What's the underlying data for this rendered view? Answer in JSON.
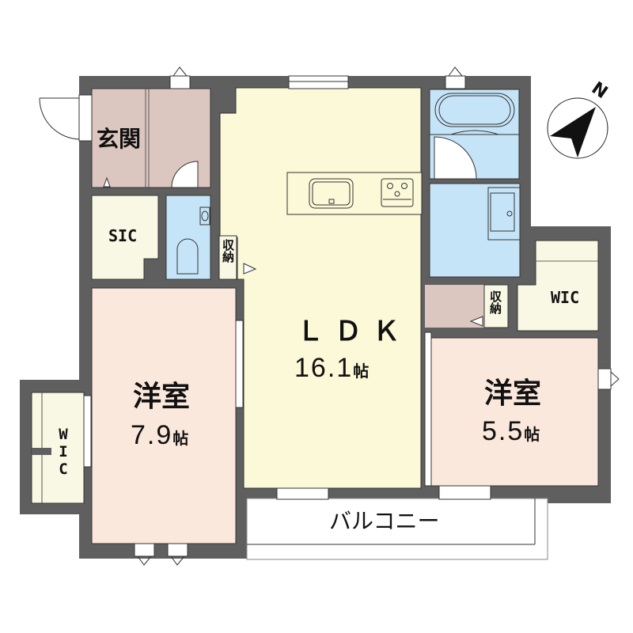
{
  "floor_plan": {
    "type": "apartment floor plan",
    "layout": "2LDK",
    "colors": {
      "wall": "#5f5f5f",
      "ldk_floor": "#fbf9d8",
      "bedroom_floor": "#fbe8dc",
      "entrance_floor": "#dcc6c0",
      "storage_floor": "#f9f8e4",
      "wet_area_floor": "#c6e4f8",
      "balcony": "#ffffff",
      "line": "#333333"
    },
    "rooms": {
      "entrance": {
        "label": "玄関"
      },
      "sic": {
        "label": "SIC"
      },
      "ldk": {
        "label": "ＬＤＫ",
        "size": "16.1",
        "unit": "帖"
      },
      "bedroom_west": {
        "label": "洋室",
        "size": "7.9",
        "unit": "帖"
      },
      "bedroom_east": {
        "label": "洋室",
        "size": "5.5",
        "unit": "帖"
      },
      "wic_west": {
        "label": "WIC"
      },
      "wic_east": {
        "label": "WIC"
      },
      "storage_ldk": {
        "label": "収納"
      },
      "storage_hall": {
        "label": "収納"
      },
      "balcony": {
        "label": "バルコニー"
      },
      "toilet": {
        "label": ""
      },
      "bathroom": {
        "label": ""
      },
      "washroom": {
        "label": ""
      }
    },
    "compass": {
      "label": "N",
      "icon": "north-arrow-icon"
    }
  }
}
